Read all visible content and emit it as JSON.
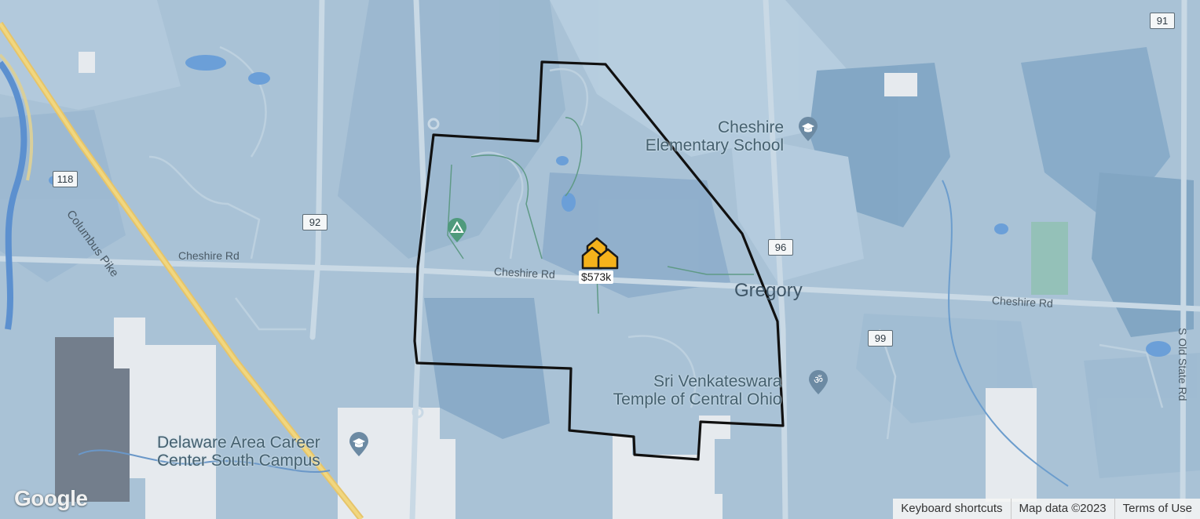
{
  "map": {
    "roads": [
      {
        "name": "Columbus Pike"
      },
      {
        "name": "Cheshire Rd"
      },
      {
        "name": "Cheshire Rd"
      },
      {
        "name": "Cheshire Rd"
      },
      {
        "name": "S Old State Rd"
      }
    ],
    "route_shields": [
      "118",
      "92",
      "96",
      "99",
      "91"
    ],
    "places": [
      {
        "name": "Gregory"
      }
    ],
    "pois": [
      {
        "line1": "Cheshire",
        "line2": "Elementary School",
        "icon": "school-icon"
      },
      {
        "line1": "Sri Venkateswara",
        "line2": "Temple of Central Ohio",
        "icon": "temple-icon"
      },
      {
        "line1": "Delaware Area Career",
        "line2": "Center South Campus",
        "icon": "school-icon"
      }
    ],
    "listing_marker": {
      "price": "$573k",
      "icon": "homes-cluster-icon",
      "color": "#f5b21b"
    },
    "logo": "Google",
    "attribution": {
      "keyboard_shortcuts": "Keyboard shortcuts",
      "map_data": "Map data ©2023",
      "terms": "Terms of Use"
    },
    "colors": {
      "base_water_tint": "#a9c2d6",
      "heat_dark": "#7c9fbd",
      "boundary": "#111111"
    }
  }
}
